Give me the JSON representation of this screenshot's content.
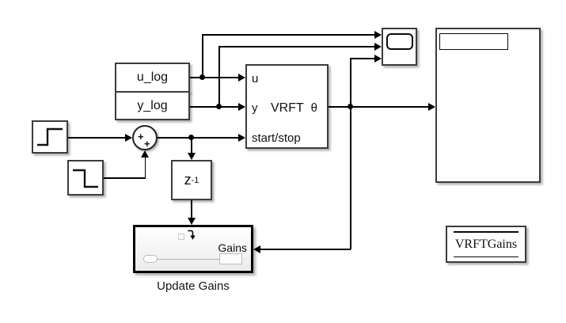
{
  "colors": {
    "background": "#ffffff",
    "wire": "#000000",
    "block_border": "#3c3c3c",
    "subsystem_border": "#000000",
    "widget_border": "#bdbdbd"
  },
  "blocks": {
    "u_log": {
      "label": "u_log"
    },
    "y_log": {
      "label": "y_log"
    },
    "sum": {
      "signs": [
        "+",
        "+"
      ]
    },
    "unit_delay": {
      "base": "z",
      "exponent": "-1"
    },
    "vrft": {
      "title": "VRFT",
      "inputs": [
        "u",
        "y",
        "start/stop"
      ],
      "output": "θ"
    },
    "update_gains": {
      "caption": "Update Gains",
      "input_label": "Gains"
    },
    "to_workspace": {
      "label": "VRFTGains"
    }
  }
}
